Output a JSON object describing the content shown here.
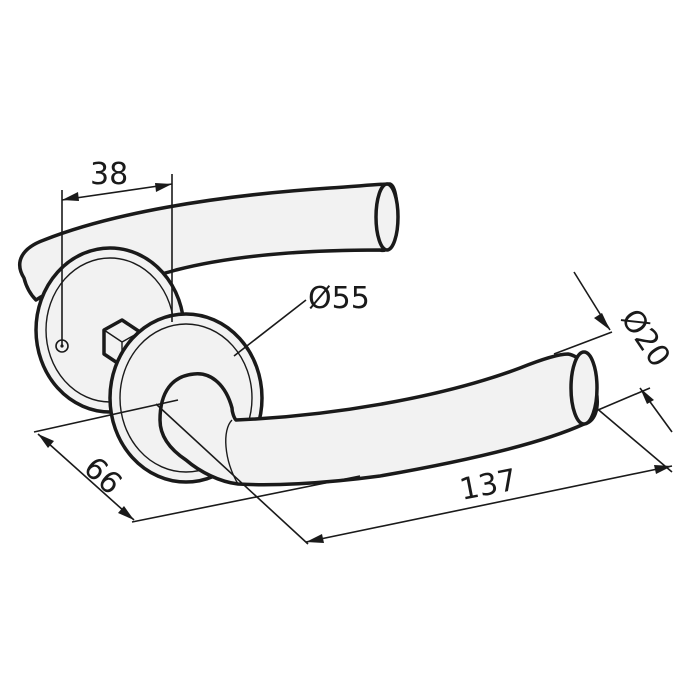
{
  "dimensions": {
    "rose_spacing": "38",
    "rose_diameter": "Ø55",
    "grip_diameter": "Ø20",
    "projection": "66",
    "lever_length": "137"
  },
  "colors": {
    "line": "#1a1a1a",
    "fill": "#f2f2f2",
    "background": "#ffffff"
  }
}
